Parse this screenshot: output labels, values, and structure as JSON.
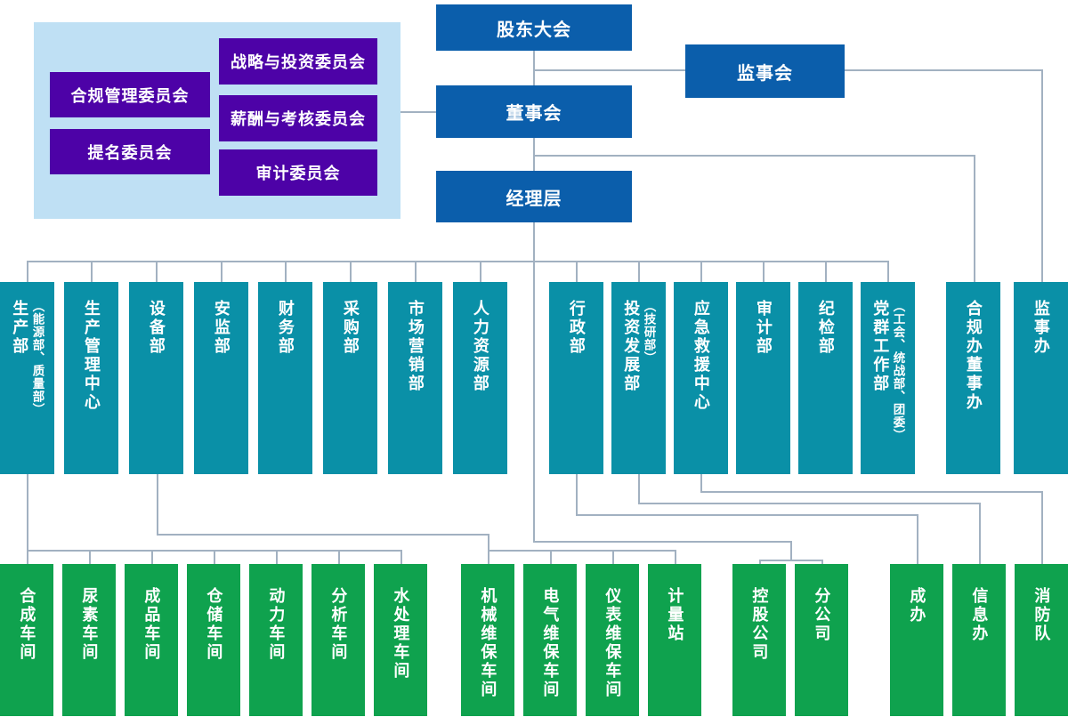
{
  "top": {
    "shareholders": "股东大会",
    "supervisory": "监事会",
    "board": "董事会",
    "management": "经理层"
  },
  "committees": [
    "战略与投资委员会",
    "合规管理委员会",
    "薪酬与考核委员会",
    "提名委员会",
    "审计委员会"
  ],
  "departments": [
    {
      "label": "生产部",
      "sub": "（能源部、质量部）"
    },
    {
      "label": "生产管理中心",
      "sub": ""
    },
    {
      "label": "设备部",
      "sub": ""
    },
    {
      "label": "安监部",
      "sub": ""
    },
    {
      "label": "财务部",
      "sub": ""
    },
    {
      "label": "采购部",
      "sub": ""
    },
    {
      "label": "市场营销部",
      "sub": ""
    },
    {
      "label": "人力资源部",
      "sub": ""
    },
    {
      "label": "行政部",
      "sub": ""
    },
    {
      "label": "投资发展部",
      "sub": "（技研部）"
    },
    {
      "label": "应急救援中心",
      "sub": ""
    },
    {
      "label": "审计部",
      "sub": ""
    },
    {
      "label": "纪检部",
      "sub": ""
    },
    {
      "label": "党群工作部",
      "sub": "（工会、统战部、团委）"
    },
    {
      "label": "合规办董事办",
      "sub": ""
    },
    {
      "label": "监事办",
      "sub": ""
    }
  ],
  "workshops": [
    {
      "label": "合成车间"
    },
    {
      "label": "尿素车间"
    },
    {
      "label": "成品车间"
    },
    {
      "label": "仓储车间"
    },
    {
      "label": "动力车间"
    },
    {
      "label": "分析车间"
    },
    {
      "label": "水处理车间"
    },
    {
      "label": "机械维保车间"
    },
    {
      "label": "电气维保车间"
    },
    {
      "label": "仪表维保车间"
    },
    {
      "label": "计量站"
    },
    {
      "label": "控股公司"
    },
    {
      "label": "分公司"
    },
    {
      "label": "成办"
    },
    {
      "label": "信息办"
    },
    {
      "label": "消防队"
    }
  ],
  "colors": {
    "primary_blue": "#0B5EAB",
    "committee_purple": "#4D02A7",
    "panel_light_blue": "#BFE0F4",
    "department_teal": "#0A90A7",
    "workshop_green": "#0FA24E",
    "connector_gray": "#A2B1C1"
  }
}
